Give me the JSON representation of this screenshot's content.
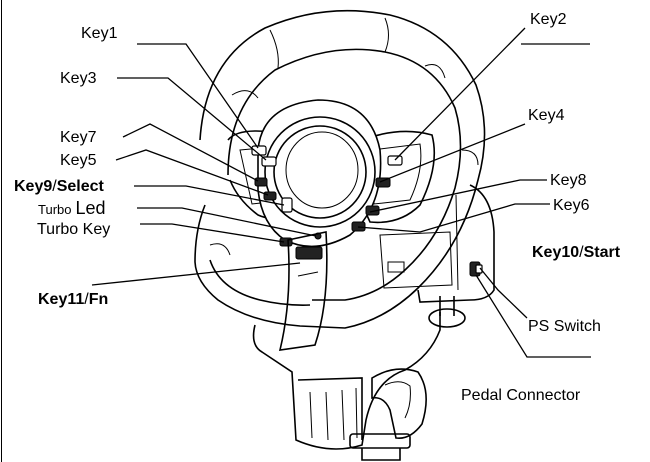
{
  "labels": {
    "key1": "Key1",
    "key2": "Key2",
    "key3": "Key3",
    "key4": "Key4",
    "key7": "Key7",
    "key5": "Key5",
    "key8": "Key8",
    "key6": "Key6",
    "key9_main": "Key9",
    "key9_sep": "/",
    "key9_alt": "Select",
    "turbo_prefix": "Turbo",
    "turbo_led": "Led",
    "turbo_key": "Turbo Key",
    "key10_main": "Key10",
    "key10_sep": "/",
    "key10_alt": "Start",
    "key11_main": "Key11",
    "key11_sep": "/",
    "key11_alt": "Fn",
    "ps_switch": "PS Switch",
    "pedal_connector": "Pedal Connector"
  }
}
